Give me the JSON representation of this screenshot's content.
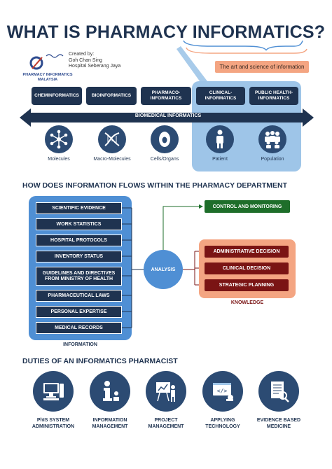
{
  "title": "WHAT IS PHARMACY INFORMATICS?",
  "logo": {
    "text": "PHARMACY INFORMATICS MALAYSIA"
  },
  "created": {
    "line1": "Created by:",
    "line2": "Goh Chan Sing",
    "line3": "Hospital Seberang Jaya"
  },
  "art_label": "The art and science of information",
  "categories": [
    "CHEMINFORMATICS",
    "BIOINFORMATICS",
    "PHARMACO-INFORMATICS",
    "CLINICAL-INFORMATICS",
    "PUBLIC HEALTH-INFORMATICS"
  ],
  "biomedical_label": "BIOMEDICAL INFORMATICS",
  "icons": [
    {
      "label": "Molecules",
      "icon": "molecule-icon"
    },
    {
      "label": "Macro-Molecules",
      "icon": "dna-icon"
    },
    {
      "label": "Cells/Organs",
      "icon": "cell-icon"
    },
    {
      "label": "Patient",
      "icon": "person-icon"
    },
    {
      "label": "Population",
      "icon": "group-icon"
    }
  ],
  "flow_heading": "HOW DOES INFORMATION FLOWS WITHIN THE PHARMACY DEPARTMENT",
  "information_items": [
    "SCIENTIFIC EVIDENCE",
    "WORK STATISTICS",
    "HOSPITAL PROTOCOLS",
    "INVENTORY STATUS",
    "GUIDELINES AND DIRECTIVES FROM MINISTRY OF HEALTH",
    "PHARMACEUTICAL LAWS",
    "PERSONAL EXPERTISE",
    "MEDICAL RECORDS"
  ],
  "information_caption": "INFORMATION",
  "analysis_label": "ANALYSIS",
  "control_label": "CONTROL AND MONITORING",
  "knowledge_items": [
    "ADMINISTRATIVE DECISION",
    "CLINICAL DECISION",
    "STRATEGIC PLANNING"
  ],
  "knowledge_caption": "KNOWLEDGE",
  "duties_heading": "DUTIES OF AN INFORMATICS PHARMACIST",
  "duties": [
    {
      "label": "PhIS SYSTEM ADMINISTRATION",
      "icon": "computer-icon"
    },
    {
      "label": "INFORMATION MANAGEMENT",
      "icon": "info-icon"
    },
    {
      "label": "PROJECT MANAGEMENT",
      "icon": "presentation-icon"
    },
    {
      "label": "APPLYING TECHNOLOGY",
      "icon": "code-icon"
    },
    {
      "label": "EVIDENCE BASED MEDICINE",
      "icon": "document-icon"
    }
  ],
  "colors": {
    "navy": "#1f3350",
    "blue": "#4f8fd4",
    "light_blue": "#9ec5e8",
    "peach": "#f4a582",
    "maroon": "#7a1414",
    "green": "#1e6e2a"
  }
}
